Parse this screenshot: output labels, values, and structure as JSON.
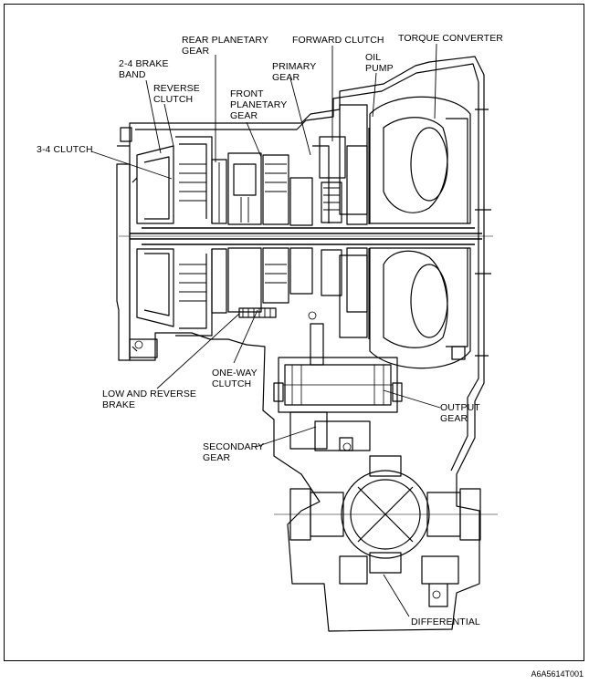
{
  "labels": {
    "rear_planetary_gear": "REAR PLANETARY\nGEAR",
    "forward_clutch": "FORWARD CLUTCH",
    "torque_converter": "TORQUE CONVERTER",
    "brake_band_2_4": "2-4 BRAKE\nBAND",
    "primary_gear": "PRIMARY\nGEAR",
    "oil_pump": "OIL\nPUMP",
    "reverse_clutch": "REVERSE\nCLUTCH",
    "front_planetary_gear": "FRONT\nPLANETARY\nGEAR",
    "clutch_3_4": "3-4 CLUTCH",
    "one_way_clutch": "ONE-WAY\nCLUTCH",
    "low_and_reverse_brake": "LOW AND REVERSE\nBRAKE",
    "output_gear": "OUTPUT\nGEAR",
    "secondary_gear": "SECONDARY\nGEAR",
    "differential": "DIFFERENTIAL"
  },
  "figure_code": "A6A5614T001"
}
